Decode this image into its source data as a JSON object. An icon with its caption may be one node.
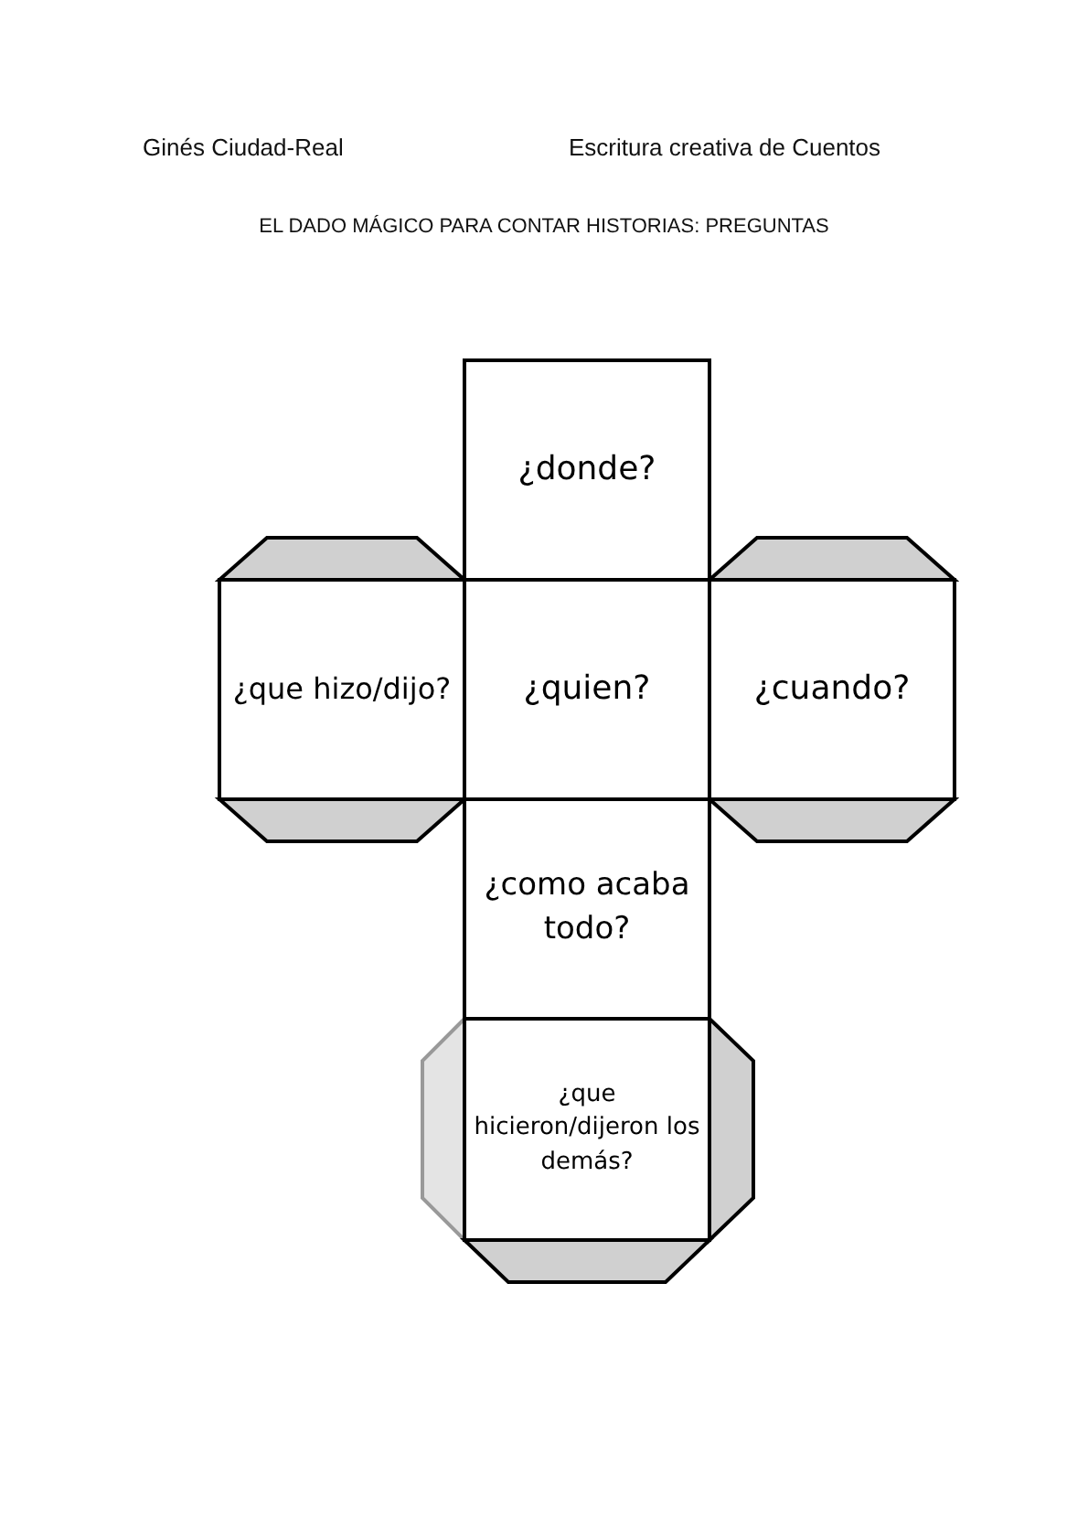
{
  "diagram": {
    "title": "EL DADO MÁGICO PARA CONTAR HISTORIAS: PREGUNTAS",
    "nodes": [
      {
        "text": [
          "¿donde?"
        ]
      },
      {
        "text": [
          "¿que hizo/dijo?"
        ]
      },
      {
        "text": [
          "¿quien?"
        ]
      },
      {
        "text": [
          "¿cuando?"
        ]
      },
      {
        "text": [
          "¿como acaba todo?"
        ]
      },
      {
        "text": [
          "¿que hicieron/dijeron los demás?"
        ]
      }
    ],
    "labels": [
      "Ginés Ciudad-Real",
      "Escritura creativa de Cuentos"
    ]
  }
}
